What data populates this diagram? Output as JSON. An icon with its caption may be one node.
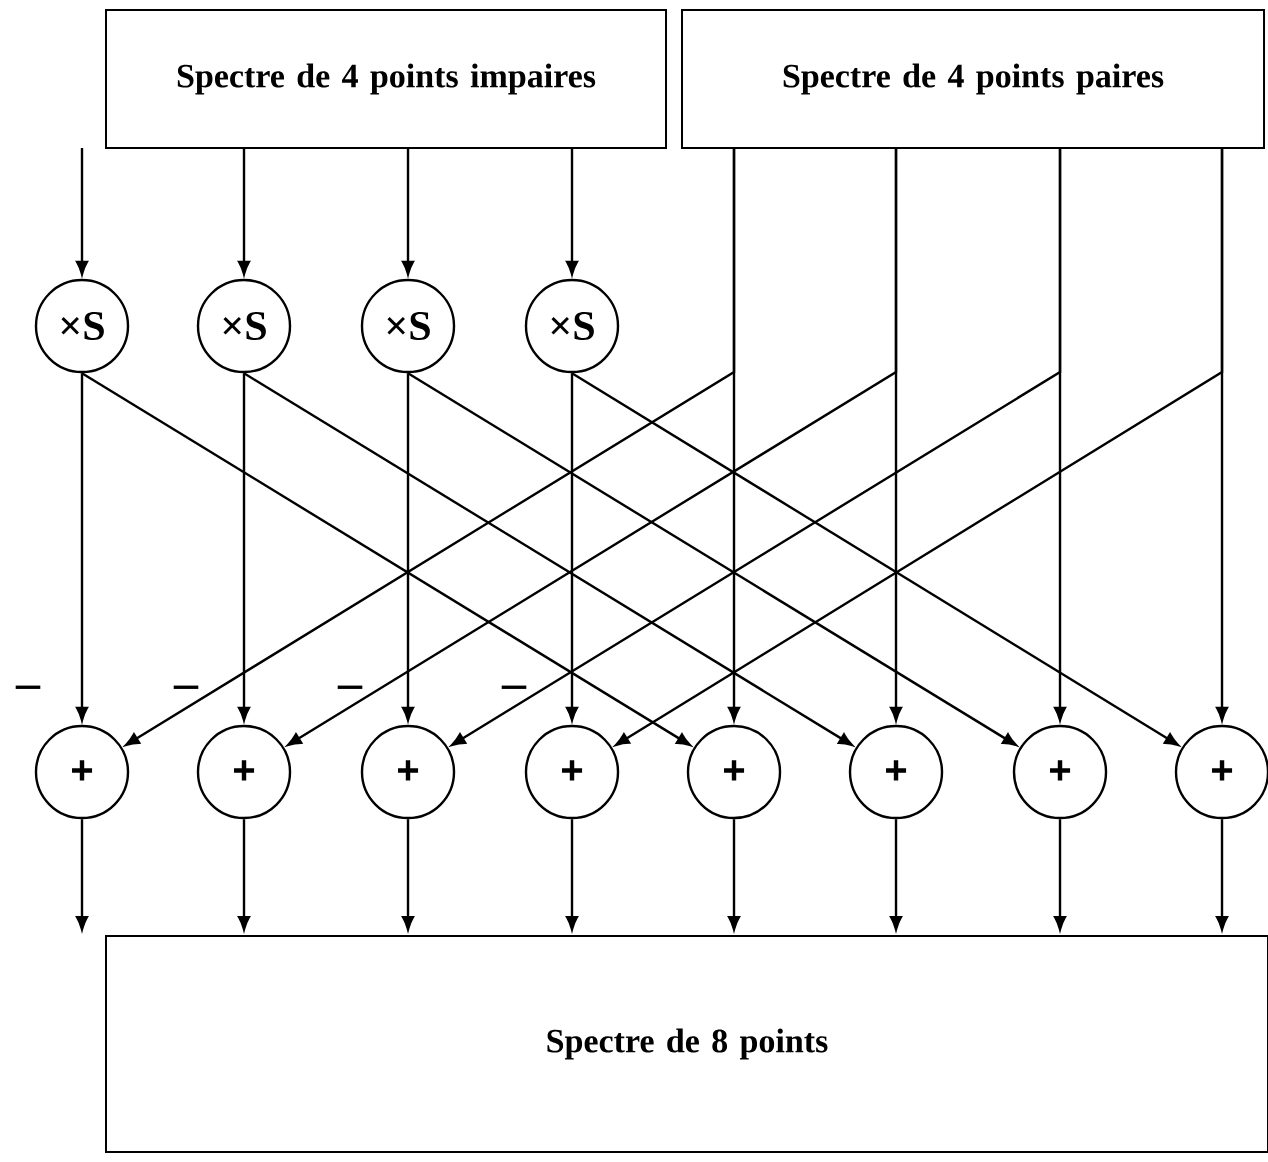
{
  "diagram": {
    "nodes": [
      {
        "text": [
          "Spectre de 4 points impaires"
        ]
      },
      {
        "text": [
          "Spectre de 4 points paires"
        ]
      },
      {
        "text": [
          "×S"
        ]
      },
      {
        "text": [
          "×S"
        ]
      },
      {
        "text": [
          "×S"
        ]
      },
      {
        "text": [
          "×S"
        ]
      },
      {
        "text": [
          "+"
        ]
      },
      {
        "text": [
          "+"
        ]
      },
      {
        "text": [
          "+"
        ]
      },
      {
        "text": [
          "+"
        ]
      },
      {
        "text": [
          "+"
        ]
      },
      {
        "text": [
          "+"
        ]
      },
      {
        "text": [
          "+"
        ]
      },
      {
        "text": [
          "+"
        ]
      },
      {
        "text": [
          "Spectre de 8 points"
        ]
      }
    ],
    "edges": [
      {
        "from": 0,
        "to": 2,
        "arrow": "to"
      },
      {
        "from": 0,
        "to": 3,
        "arrow": "to"
      },
      {
        "from": 0,
        "to": 4,
        "arrow": "to"
      },
      {
        "from": 0,
        "to": 5,
        "arrow": "to"
      },
      {
        "from": 1,
        "to": 10,
        "arrow": "to"
      },
      {
        "from": 1,
        "to": 6,
        "arrow": "to"
      },
      {
        "from": 1,
        "to": 11,
        "arrow": "to"
      },
      {
        "from": 1,
        "to": 7,
        "arrow": "to"
      },
      {
        "from": 1,
        "to": 12,
        "arrow": "to"
      },
      {
        "from": 1,
        "to": 8,
        "arrow": "to"
      },
      {
        "from": 1,
        "to": 13,
        "arrow": "to"
      },
      {
        "from": 1,
        "to": 9,
        "arrow": "to"
      },
      {
        "from": 2,
        "to": 6,
        "arrow": "to"
      },
      {
        "from": 2,
        "to": 10,
        "arrow": "to"
      },
      {
        "from": 3,
        "to": 7,
        "arrow": "to"
      },
      {
        "from": 3,
        "to": 11,
        "arrow": "to"
      },
      {
        "from": 4,
        "to": 8,
        "arrow": "to"
      },
      {
        "from": 4,
        "to": 12,
        "arrow": "to"
      },
      {
        "from": 5,
        "to": 9,
        "arrow": "to"
      },
      {
        "from": 5,
        "to": 13,
        "arrow": "to"
      },
      {
        "from": 6,
        "to": 14,
        "arrow": "to"
      },
      {
        "from": 7,
        "to": 14,
        "arrow": "to"
      },
      {
        "from": 8,
        "to": 14,
        "arrow": "to"
      },
      {
        "from": 9,
        "to": 14,
        "arrow": "to"
      },
      {
        "from": 10,
        "to": 14,
        "arrow": "to"
      },
      {
        "from": 11,
        "to": 14,
        "arrow": "to"
      },
      {
        "from": 12,
        "to": 14,
        "arrow": "to"
      },
      {
        "from": 13,
        "to": 14,
        "arrow": "to"
      }
    ],
    "labels": [
      "–",
      "–",
      "–",
      "–"
    ]
  }
}
